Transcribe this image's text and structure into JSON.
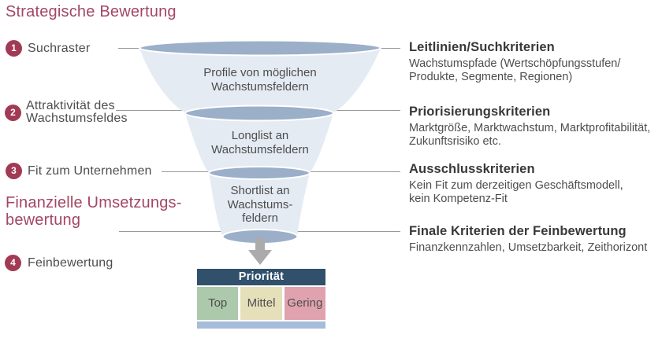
{
  "title": "Strategische Bewertung",
  "financial_heading": "Finanzielle Umsetzungs-\nbewertung",
  "steps": [
    {
      "number": "1",
      "label": "Suchraster"
    },
    {
      "number": "2",
      "label": "Attraktivität des\nWachstumsfeldes"
    },
    {
      "number": "3",
      "label": "Fit zum Unternehmen"
    },
    {
      "number": "4",
      "label": "Feinbewertung"
    }
  ],
  "funnel": {
    "stages": [
      {
        "label": "Profile von möglichen\nWachstumsfeldern"
      },
      {
        "label": "Longlist an\nWachstumsfeldern"
      },
      {
        "label": "Shortlist an\nWachstums-\nfeldern"
      }
    ]
  },
  "criteria": [
    {
      "heading": "Leitlinien/Suchkriterien",
      "description": "Wachstumspfade (Wertschöpfungsstufen/\nProdukte, Segmente, Regionen)"
    },
    {
      "heading": "Priorisierungskriterien",
      "description": "Marktgröße, Marktwachstum, Marktprofitabilität,\nZukunftsrisiko etc."
    },
    {
      "heading": "Ausschlusskriterien",
      "description": "Kein Fit zum derzeitigen Geschäftsmodell,\nkein Kompetenz-Fit"
    },
    {
      "heading": "Finale Kriterien der Feinbewertung",
      "description": "Finanzkennzahlen, Umsetzbarkeit, Zeithorizont"
    }
  ],
  "priority_table": {
    "header": "Priorität",
    "cells": [
      {
        "label": "Top",
        "color": "#ACC9AB"
      },
      {
        "label": "Mittel",
        "color": "#E5DFBA"
      },
      {
        "label": "Gering",
        "color": "#E0A2AF"
      }
    ],
    "footer_bar_color": "#A5BDD9",
    "header_color": "#30506C"
  },
  "colors": {
    "accent_berry": "#A34763",
    "step_circle": "#A13B55",
    "funnel_body": "#E5EBF3",
    "funnel_ellipse": "#9BAFC9",
    "connector_line": "#9A9A9A",
    "arrow_gray": "#ABABAB",
    "text_gray": "#4D4D4D",
    "heading_dark": "#383838"
  }
}
